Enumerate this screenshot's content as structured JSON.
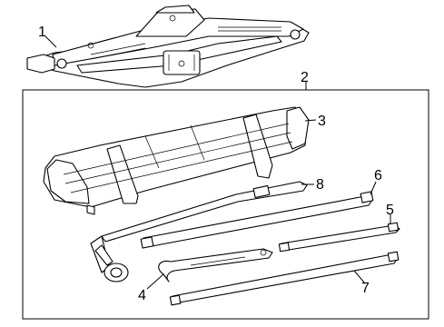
{
  "callouts": {
    "c1": "1",
    "c2": "2",
    "c3": "3",
    "c4": "4",
    "c5": "5",
    "c6": "6",
    "c7": "7",
    "c8": "8"
  },
  "parts": [
    {
      "callout": "1",
      "icon": "scissor-jack-icon"
    },
    {
      "callout": "2",
      "icon": "jack-kit-frame"
    },
    {
      "callout": "3",
      "icon": "tool-bag-icon"
    },
    {
      "callout": "4",
      "icon": "wheel-lug-wrench-icon"
    },
    {
      "callout": "5",
      "icon": "extension-bar-icon"
    },
    {
      "callout": "6",
      "icon": "jack-handle-bar-icon"
    },
    {
      "callout": "7",
      "icon": "extension-bar-icon"
    },
    {
      "callout": "8",
      "icon": "jack-handle-crank-icon"
    }
  ]
}
